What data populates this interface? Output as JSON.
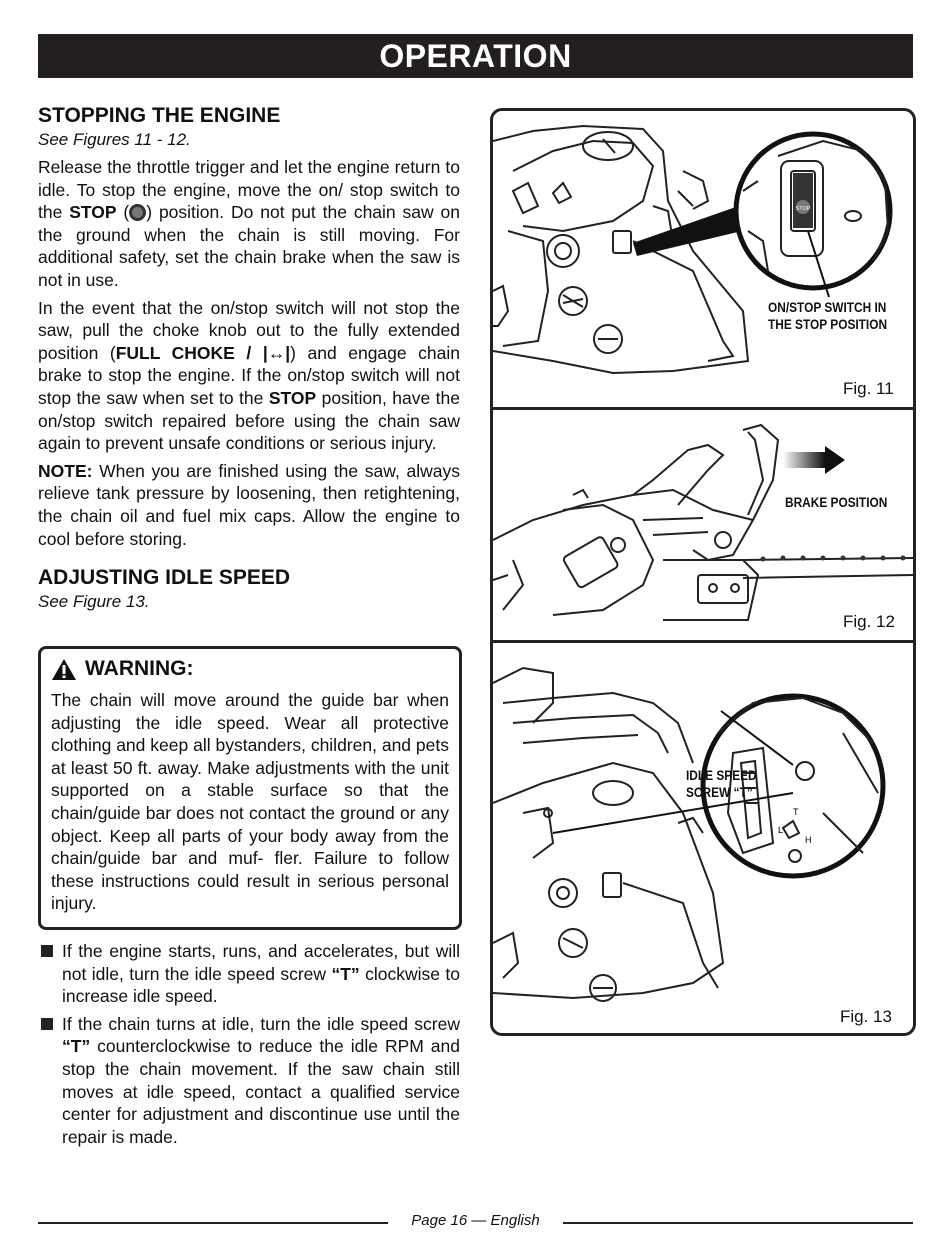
{
  "banner": {
    "title": "OPERATION"
  },
  "stopping": {
    "heading": "STOPPING THE ENGINE",
    "see": "See Figures 11 - 12.",
    "p1_a": "Release the throttle trigger and let the engine return to idle. To stop the engine, move the on/ stop switch to the ",
    "p1_stop": "STOP",
    "p1_b": ") position. Do not put the chain saw on the ground when the chain is still moving. For additional safety, set the chain brake when the saw is not in use.",
    "p2_a": "In the event that the on/stop switch will not stop the saw, pull the choke knob out to the fully extended position (",
    "p2_choke": "FULL CHOKE",
    "p2_b": ") and engage chain brake to stop the engine. If the on/stop switch will not stop the saw when set to the ",
    "p2_stop": "STOP",
    "p2_c": " position, have the on/stop switch repaired before using the chain saw again to prevent unsafe conditions or serious injury.",
    "note_label": "NOTE:",
    "note_text": " When you are finished using the saw, always relieve tank pressure by loosening, then retightening, the chain oil and fuel mix caps. Allow the engine to cool before storing."
  },
  "idle": {
    "heading": "ADJUSTING IDLE SPEED",
    "see": "See Figure 13."
  },
  "warning": {
    "title": "WARNING:",
    "text": "The chain will move around the guide bar when adjusting the idle speed. Wear all protective clothing and keep all bystanders, children, and pets at least 50 ft. away. Make adjustments with the unit supported on a stable surface so that the chain/guide bar does not contact the ground or any object. Keep all parts of your body away from the chain/guide bar and muf- fler. Failure to follow these instructions could result in serious personal injury."
  },
  "bullets": [
    {
      "a": "If the engine starts, runs, and accelerates, but will not idle, turn the idle speed screw ",
      "t": "“T”",
      "b": " clockwise to increase idle speed."
    },
    {
      "a": "If the chain turns at idle, turn the idle speed screw ",
      "t": "“T”",
      "b": " counterclockwise to reduce the idle RPM and stop the chain movement. If the saw chain still moves at idle speed, contact a qualified service center for adjustment and discontinue use until the repair is made."
    }
  ],
  "figures": {
    "fig11": {
      "label": "Fig. 11",
      "callout_1": "ON/STOP SWITCH IN",
      "callout_2": "THE STOP POSITION",
      "switch_text": "STOP"
    },
    "fig12": {
      "label": "Fig. 12",
      "callout": "BRAKE POSITION"
    },
    "fig13": {
      "label": "Fig. 13",
      "callout_1": "IDLE SPEED",
      "callout_2": "SCREW “T”",
      "mark_t": "T",
      "mark_l": "L",
      "mark_h": "H"
    }
  },
  "footer": {
    "text": "Page 16 — English"
  }
}
